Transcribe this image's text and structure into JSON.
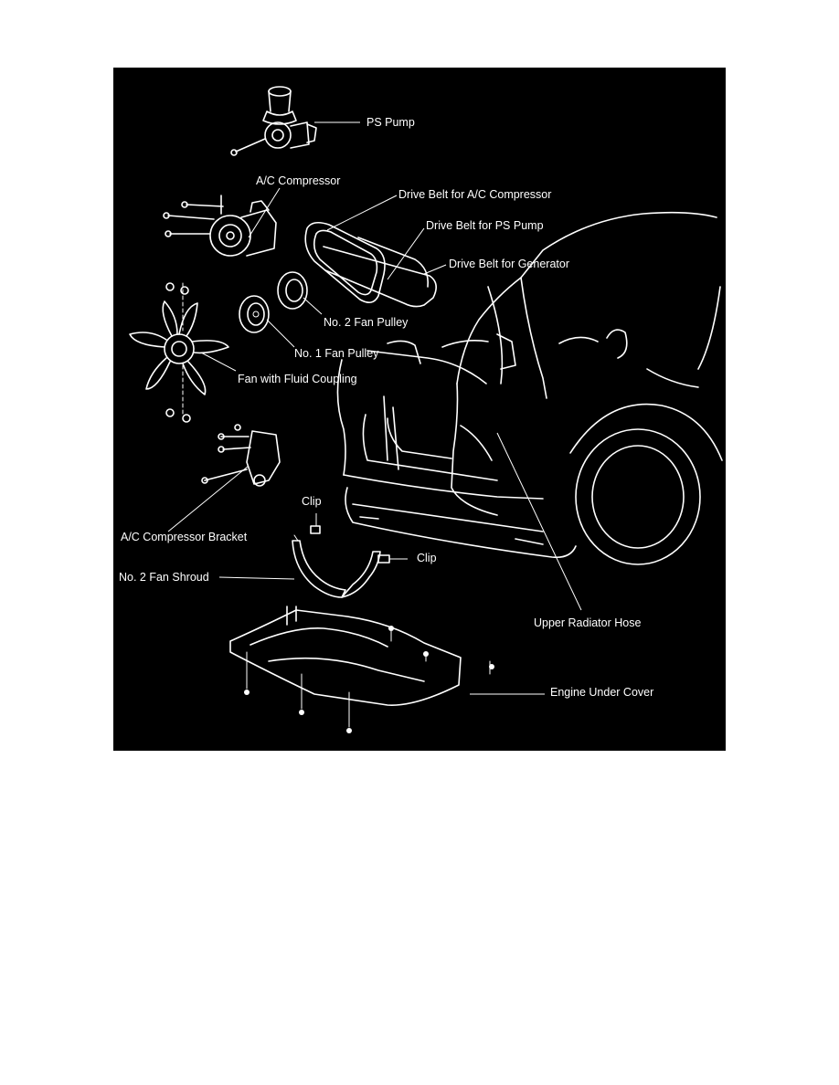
{
  "labels": {
    "ps_pump": "PS Pump",
    "ac_compressor": "A/C Compressor",
    "drive_belt_ac": "Drive Belt for A/C Compressor",
    "drive_belt_ps": "Drive Belt for PS Pump",
    "drive_belt_gen": "Drive Belt for Generator",
    "no2_fan_pulley": "No. 2 Fan Pulley",
    "no1_fan_pulley": "No. 1 Fan Pulley",
    "fan_fluid_coupling": "Fan with Fluid Coupling",
    "ac_bracket": "A/C Compressor Bracket",
    "clip_top": "Clip",
    "clip_right": "Clip",
    "no2_fan_shroud": "No. 2 Fan Shroud",
    "upper_radiator_hose": "Upper Radiator Hose",
    "engine_under_cover": "Engine Under Cover"
  },
  "colors": {
    "background": "#000000",
    "line_art": "#ffffff",
    "page": "#ffffff"
  }
}
